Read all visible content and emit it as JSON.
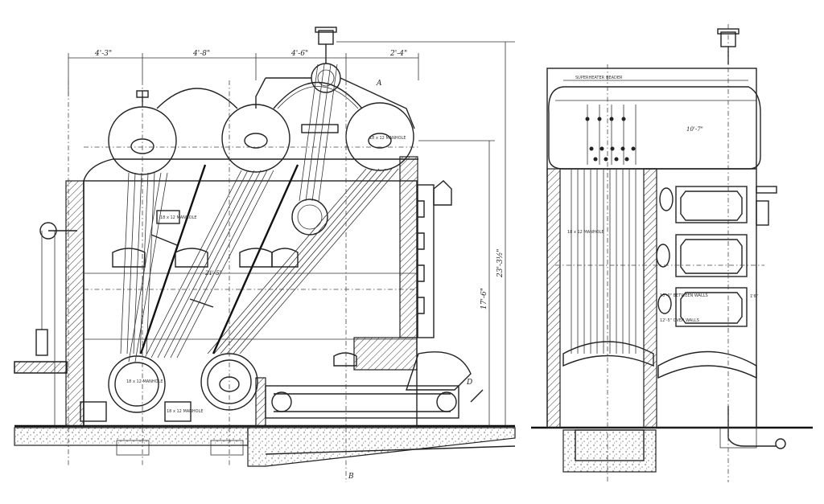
{
  "dimensions": {
    "d1": "4'-3\"",
    "d2": "4'-8\"",
    "d3": "4'-6\"",
    "d4": "2'-4\"",
    "height_drum": "17'-6\"",
    "height_total": "23'-3½\"",
    "width_inner": "21'-5\"",
    "side_width": "10'-7\""
  },
  "markers": {
    "section_a": "A",
    "section_b": "B",
    "point_d": "D"
  },
  "side_labels": {
    "superheater": "SUPERHEATER HEADER",
    "between_walls": "10'-0\" BETWEEN WALLS",
    "over_walls": "12'-5\" OVER WALLS",
    "small_dim": "1'6\""
  },
  "plates": {
    "p1": "18 x 12 MANHOLE",
    "p2": "18 x 12 MANHOLE",
    "p3": "18 x 12 MANHOLE",
    "p4": "18 x 12 MANHOLE",
    "p5": "18 x 12 MANHOLE"
  }
}
